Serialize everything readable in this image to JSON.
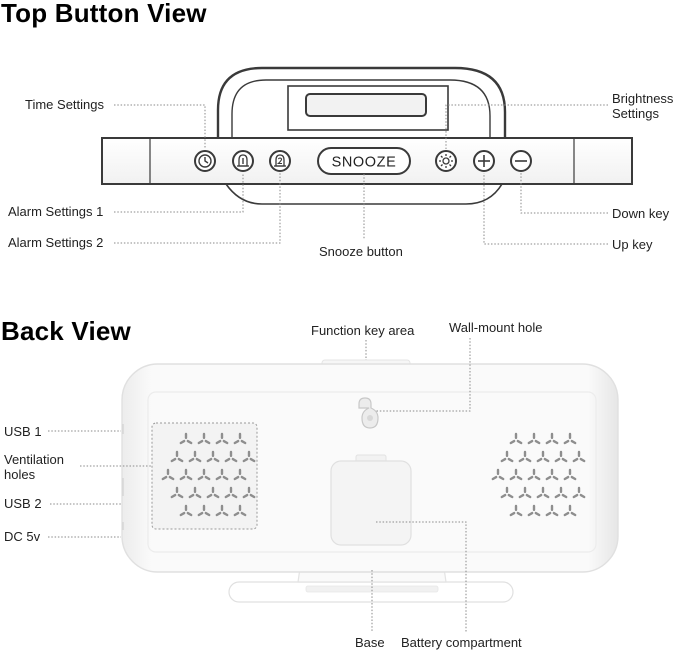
{
  "top_section": {
    "title": "Top Button View",
    "snooze_key_text": "SNOOZE",
    "labels": {
      "time_settings": "Time Settings",
      "alarm_settings_1": "Alarm Settings 1",
      "alarm_settings_2": "Alarm Settings 2",
      "snooze_button": "Snooze button",
      "brightness_line1": "Brightness",
      "brightness_line2": "Settings",
      "down_key": "Down key",
      "up_key": "Up key"
    }
  },
  "back_section": {
    "title": "Back View",
    "labels": {
      "function_key_area": "Function key area",
      "wall_mount_hole": "Wall-mount hole",
      "usb_1": "USB 1",
      "ventilation_line1": "Ventilation",
      "ventilation_line2": "holes",
      "usb_2": "USB 2",
      "dc_5v": "DC 5v",
      "base": "Base",
      "battery_compartment": "Battery compartment"
    }
  },
  "icons": [
    "clock-icon",
    "alarm-1-icon",
    "alarm-2-icon",
    "brightness-icon",
    "plus-icon",
    "minus-icon",
    "keyhole-icon"
  ],
  "colors": {
    "outline": "#3a3a3a",
    "leader_line": "#8a8a8a",
    "device_body": "#ffffff",
    "device_shadow": "#d9d9d9"
  }
}
